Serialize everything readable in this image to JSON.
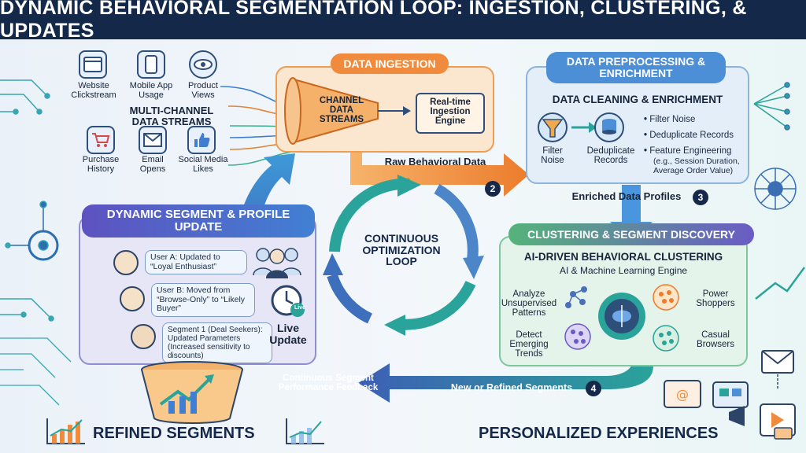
{
  "title": "DYNAMIC BEHAVIORAL SEGMENTATION LOOP: INGESTION, CLUSTERING, & UPDATES",
  "sources": {
    "heading": "MULTI-CHANNEL DATA STREAMS",
    "items": [
      {
        "label": "Website Clickstream",
        "icon": "browser-icon"
      },
      {
        "label": "Mobile App Usage",
        "icon": "phone-icon"
      },
      {
        "label": "Product Views",
        "icon": "eye-icon"
      },
      {
        "label": "Purchase History",
        "icon": "cart-icon"
      },
      {
        "label": "Email Opens",
        "icon": "envelope-icon"
      },
      {
        "label": "Social Media Likes",
        "icon": "thumbs-up-icon"
      }
    ]
  },
  "ingestion": {
    "header": "DATA INGESTION",
    "funnel_label": "CHANNEL DATA STREAMS",
    "engine_label": "Real-time Ingestion Engine",
    "output_label": "Raw Behavioral Data",
    "step": "2"
  },
  "preprocessing": {
    "header": "DATA PREPROCESSING & ENRICHMENT",
    "subheader": "DATA CLEANING & ENRICHMENT",
    "filter_label": "Filter Noise",
    "dedupe_label": "Deduplicate Records",
    "bullets": [
      "Filter Noise",
      "Deduplicate Records",
      "Feature Engineering"
    ],
    "feature_note": "(e.g., Session Duration, Average Order Value)",
    "output_label": "Enriched Data Profiles",
    "step": "3"
  },
  "clustering": {
    "header": "CLUSTERING & SEGMENT DISCOVERY",
    "subheader": "AI-DRIVEN BEHAVIORAL CLUSTERING",
    "engine": "AI & Machine Learning Engine",
    "left_labels": [
      "Analyze Unsupervised Patterns",
      "Detect Emerging Trends"
    ],
    "right_labels": [
      "Power Shoppers",
      "Casual Browsers"
    ],
    "output_label": "New or Refined Segments",
    "step": "4"
  },
  "loop": {
    "label": "CONTINUOUS OPTIMIZATION LOOP"
  },
  "update": {
    "header": "DYNAMIC SEGMENT & PROFILE UPDATE",
    "bubbles": [
      "User A: Updated to “Loyal Enthusiast”",
      "User B: Moved from “Browse-Only” to “Likely Buyer”",
      "Segment 1 (Deal Seekers): Updated Parameters (Increased sensitivity to discounts)"
    ],
    "live_label": "Live Update",
    "clock_badge": "Live",
    "feedback_label": "Continuous Segment Performance Feedback"
  },
  "footer": {
    "left": "REFINED SEGMENTS",
    "right": "PERSONALIZED EXPERIENCES"
  },
  "colors": {
    "navy": "#14284a",
    "orange": "#f08a3c",
    "blue": "#4c8fd6",
    "green": "#55b37a",
    "purple": "#6a5bc4",
    "teal": "#2aa39a"
  }
}
